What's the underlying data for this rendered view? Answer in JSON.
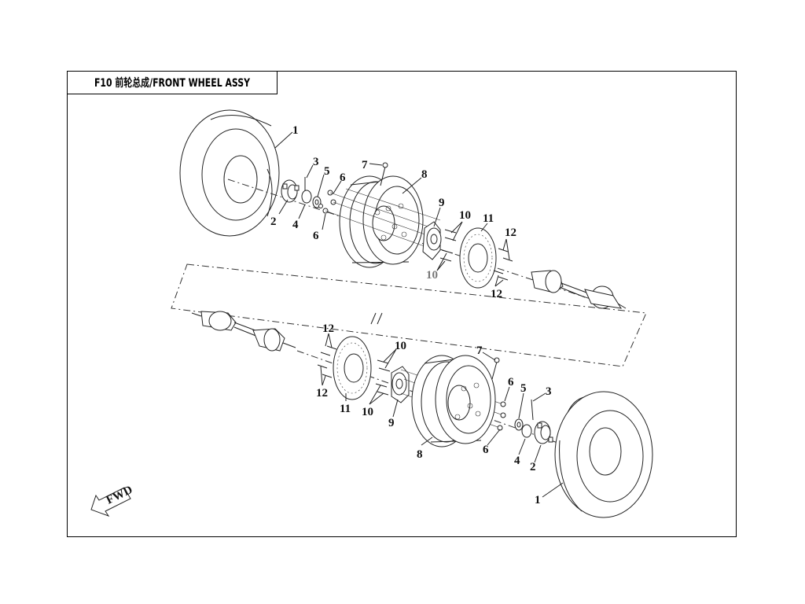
{
  "title": "F10 前轮总成/FRONT WHEEL ASSY",
  "fwd_label": "FWD",
  "callouts": {
    "top": [
      "1",
      "2",
      "3",
      "4",
      "5",
      "6",
      "6",
      "7",
      "8",
      "9",
      "10",
      "10",
      "11",
      "12",
      "12"
    ],
    "bottom": [
      "12",
      "12",
      "11",
      "10",
      "10",
      "9",
      "8",
      "7",
      "6",
      "6",
      "5",
      "4",
      "3",
      "2",
      "1"
    ]
  }
}
